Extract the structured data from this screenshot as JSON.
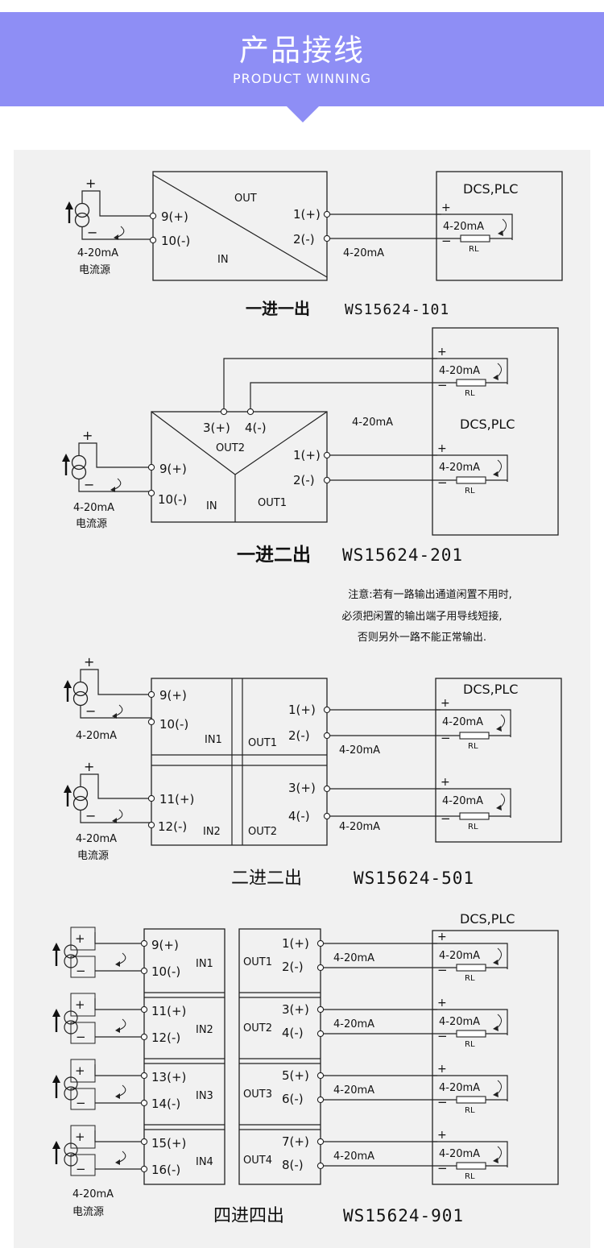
{
  "banner": {
    "title": "产品接线",
    "subtitle": "PRODUCT WINNING",
    "color": "#8e8ef5"
  },
  "common": {
    "plus": "+",
    "minus": "−",
    "signal": "4-20mA",
    "source": "电流源",
    "rl": "RL",
    "dcs": "DCS,PLC"
  },
  "d1": {
    "t_in_p": "9(+)",
    "t_in_n": "10(-)",
    "t_out_p": "1(+)",
    "t_out_n": "2(-)",
    "lbl_out": "OUT",
    "lbl_in": "IN",
    "caption_cn": "一进一出",
    "caption_model": "WS15624-101"
  },
  "d2": {
    "t_in_p": "9(+)",
    "t_in_n": "10(-)",
    "t_out1_p": "1(+)",
    "t_out1_n": "2(-)",
    "t_out2_p": "3(+)",
    "t_out2_n": "4(-)",
    "lbl_out2": "OUT2",
    "lbl_in": "IN",
    "lbl_out1": "OUT1",
    "caption_cn": "一进二出",
    "caption_model": "WS15624-201",
    "note": [
      "注意:若有一路输出通道闲置不用时,",
      "必须把闲置的输出端子用导线短接,",
      "否则另外一路不能正常输出."
    ]
  },
  "d3": {
    "t1": "9(+)",
    "t2": "10(-)",
    "t3": "11(+)",
    "t4": "12(-)",
    "o1": "1(+)",
    "o2": "2(-)",
    "o3": "3(+)",
    "o4": "4(-)",
    "in1": "IN1",
    "in2": "IN2",
    "out1": "OUT1",
    "out2": "OUT2",
    "caption_cn": "二进二出",
    "caption_model": "WS15624-501"
  },
  "d4": {
    "channels": [
      {
        "in_p": "9(+)",
        "in_n": "10(-)",
        "in": "IN1",
        "out": "OUT1",
        "out_p": "1(+)",
        "out_n": "2(-)"
      },
      {
        "in_p": "11(+)",
        "in_n": "12(-)",
        "in": "IN2",
        "out": "OUT2",
        "out_p": "3(+)",
        "out_n": "4(-)"
      },
      {
        "in_p": "13(+)",
        "in_n": "14(-)",
        "in": "IN3",
        "out": "OUT3",
        "out_p": "5(+)",
        "out_n": "6(-)"
      },
      {
        "in_p": "15(+)",
        "in_n": "16(-)",
        "in": "IN4",
        "out": "OUT4",
        "out_p": "7(+)",
        "out_n": "8(-)"
      }
    ],
    "caption_cn": "四进四出",
    "caption_model": "WS15624-901"
  }
}
